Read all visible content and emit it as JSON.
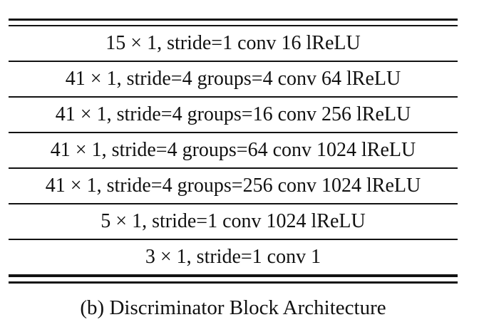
{
  "table": {
    "rows": [
      "15 × 1, stride=1 conv 16 lReLU",
      "41 × 1, stride=4 groups=4 conv 64 lReLU",
      "41 × 1, stride=4 groups=16 conv 256 lReLU",
      "41 × 1, stride=4 groups=64 conv 1024 lReLU",
      "41 × 1, stride=4 groups=256 conv 1024 lReLU",
      "5 × 1, stride=1 conv 1024 lReLU",
      "3 × 1, stride=1 conv 1"
    ],
    "caption": "(b) Discriminator Block Architecture"
  },
  "colors": {
    "background": "#ffffff",
    "text": "#111111",
    "rule": "#121212"
  }
}
